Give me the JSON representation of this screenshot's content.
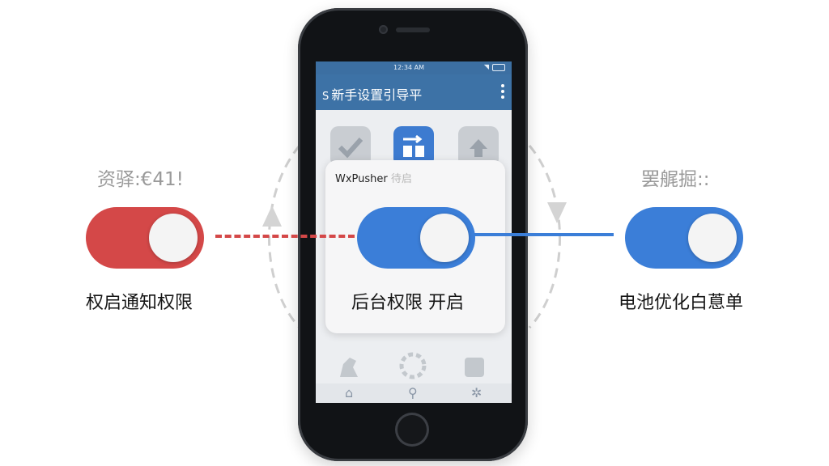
{
  "phone": {
    "status_time": "12:34 AM",
    "app_title_icon": "S",
    "app_title": "新手设置引导平",
    "menu_icon": "kebab-menu-icon",
    "tiles": [
      "check-icon",
      "transfer-icon",
      "upload-icon"
    ],
    "bottom_tiles": [
      "rabbit-icon",
      "tool-icon",
      "box-icon"
    ],
    "tabs": [
      "home-icon",
      "search-icon",
      "settings-icon"
    ]
  },
  "dialog": {
    "title": "WxPusher",
    "title_suffix": "待启"
  },
  "left": {
    "heading": "资驿:€41!",
    "label": "权启通知权限",
    "color": "#d44848"
  },
  "center": {
    "label": "后台权限  开启",
    "color": "#3b7ed8"
  },
  "right": {
    "heading": "罢艉掘::",
    "label": "电池优化白蒠单",
    "color": "#3b7ed8"
  }
}
